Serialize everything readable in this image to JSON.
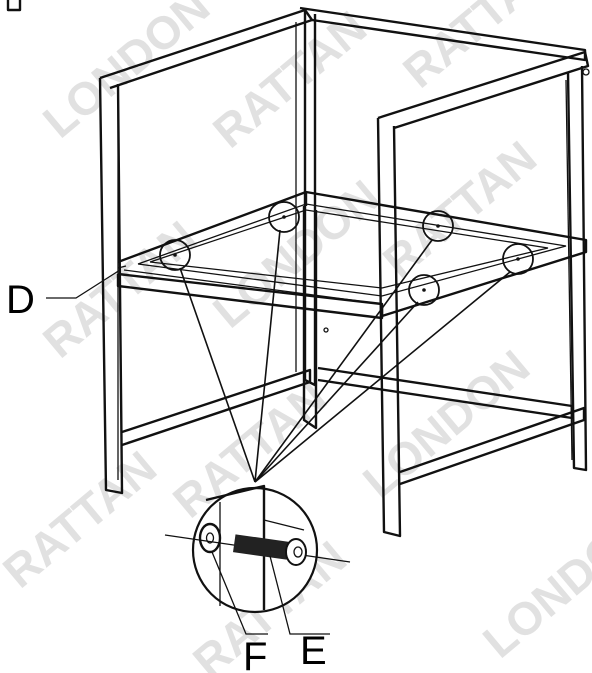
{
  "labels": {
    "d": "D",
    "e": "E",
    "f": "F"
  },
  "watermark": {
    "text_a": "LONDON",
    "text_b": "RATTAN"
  },
  "colors": {
    "line": "#111111",
    "watermark": "#c9c9c9",
    "bolt": "#222222"
  }
}
